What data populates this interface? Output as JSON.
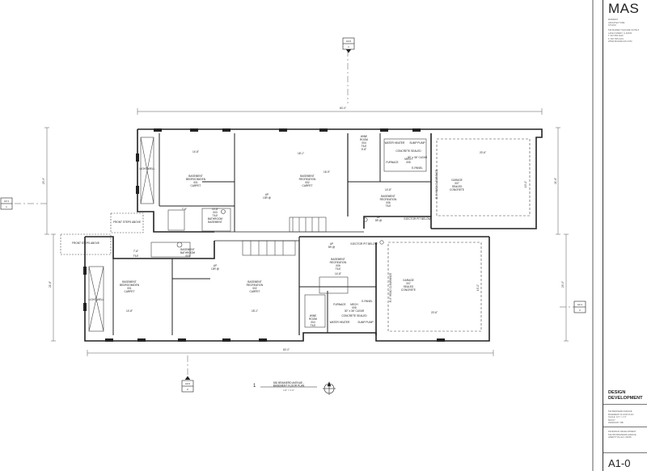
{
  "title_block": {
    "logo": "MAS",
    "firm_lines": [
      "MIDWEST",
      "ARCHITECTURE",
      "STUDIO"
    ],
    "address_lines": [
      "530 MARKET SQUARE SUITE 8",
      "LAKE FOREST, IL 60045",
      "T: 847.555.0100",
      "F: 847.555.0101",
      "WWW.MASARCHS.COM"
    ],
    "stage_line1": "DESIGN",
    "stage_line2": "DEVELOPMENT",
    "info_lines": [
      "530 BRAINERD AVENUE",
      "BASEMENT FLOOR PLAN",
      "SCALE: 1/4\" = 1'-0\"",
      "8/16/17",
      "DRAWN BY: BB"
    ],
    "client_lines": [
      "PETERSON DEVELOPMENT",
      "530-550 BRAINERD AVENUE",
      "LIBERTYVILLE IL 60048"
    ],
    "sheet_number": "A1-0"
  },
  "drawing": {
    "title_number": "1",
    "title_line1": "530 BRAINERD AVENUE -",
    "title_line2": "BASEMENT FLOOR PLAN",
    "scale": "1/4\" = 1'-0\"",
    "section_markers": [
      {
        "top": "A3.0",
        "bottom": "1"
      },
      {
        "top": "A3.1",
        "bottom": "1"
      },
      {
        "top": "A3.1",
        "bottom": "2"
      },
      {
        "top": "A3.0",
        "bottom": "2"
      }
    ],
    "dimensions": {
      "overall_top": "80'-0\"",
      "overall_bottom": "80'-0\"",
      "left_upper": "29'-9\"",
      "right_upper": "21'-6\"",
      "left_lower": "21'-6\"",
      "right_lower": "29'-9\""
    },
    "upper_unit": {
      "bedroom": {
        "name": "BASEMENT",
        "line2": "BEDROOM/DEN",
        "tag": "001",
        "finish": "CARPET",
        "dim": "14'-8\""
      },
      "recreation": {
        "name": "BASEMENT",
        "line2": "RECREATION",
        "tag": "002",
        "finish": "CARPET",
        "dim": "18'-1\"",
        "dim_v": "16'-9\""
      },
      "bathroom": {
        "name": "BASEMENT",
        "line2": "BATHROOM",
        "tag": "003",
        "finish": "TILE"
      },
      "bath_dim": "10'-8\"",
      "stair_dim": "7'-6\"",
      "wine": {
        "name": "WINE",
        "line2": "ROOM",
        "tag": "004",
        "finish": "TILE",
        "dim": "5'-8\""
      },
      "mech": {
        "name": "MECH",
        "line2": "ROOM",
        "tag": "005",
        "finish": "TILE"
      },
      "water_heater": "WATER HEATER",
      "sump": "SUMP PUMP",
      "furnace": "FURNACE",
      "concrete": "CONCRETE SEALED",
      "clear": "30\" x 36\" CLEAR",
      "epanel": "E-PANEL",
      "rec2": {
        "name": "BASEMENT",
        "line2": "RECREATION",
        "tag": "006",
        "finish": "TILE",
        "dim": "14'-8\""
      },
      "ejector": "EJECTOR PIT BELOW",
      "up_label": "UP",
      "up_risers": "13R @",
      "up2": "UP",
      "up2_risers": "5R @",
      "garage": {
        "name": "GARAGE",
        "tag": "007",
        "finish1": "SEALED",
        "finish2": "CONCRETE",
        "dim_w": "20'-6\"",
        "dim_v": "19'-1\"",
        "clearance": "8'-9\" HEAD CLEARANCE"
      },
      "light_well": "LIGHT WELL",
      "front_steps": "FRONT STEPS ABOVE"
    },
    "lower_unit": {
      "bedroom": {
        "name": "BASEMENT",
        "line2": "BEDROOM/DEN",
        "tag": "001",
        "finish": "CARPET",
        "dim": "14'-8\""
      },
      "recreation": {
        "name": "BASEMENT",
        "line2": "RECREATION",
        "tag": "002",
        "finish": "CARPET",
        "dim": "18'-1\""
      },
      "bathroom": {
        "name": "BASEMENT",
        "line2": "BATHROOM",
        "tag": "003",
        "finish": "TILE"
      },
      "stair_dim": "7'-6\"",
      "up_label": "UP",
      "up_risers": "13R @",
      "up2": "UP",
      "up2_risers": "5R @",
      "ejector": "EJECTOR PIT BELOW",
      "rec2": {
        "name": "BASEMENT",
        "line2": "RECREATION",
        "tag": "006",
        "finish": "TILE",
        "dim": "14'-8\""
      },
      "wine": {
        "name": "WINE",
        "line2": "ROOM",
        "tag": "004",
        "finish": "TILE"
      },
      "mech": {
        "name": "MECH",
        "line2": "ROOM",
        "tag": "005",
        "finish": "TILE"
      },
      "furnace": "FURNACE",
      "clear": "30\" x 36\" CLEAR",
      "epanel": "E-PANEL",
      "concrete": "CONCRETE SEALED",
      "water_heater": "WATER HEATER",
      "sump": "SUMP PUMP",
      "garage": {
        "name": "GARAGE",
        "tag": "007",
        "finish1": "SEALED",
        "finish2": "CONCRETE",
        "dim_w": "20'-6\"",
        "dim_v": "19'-1\"",
        "clearance": "8'-9\" HEAD CLEARANCE"
      },
      "light_well": "LIGHT WELL",
      "front_steps": "FRONT STEPS ABOVE"
    }
  }
}
